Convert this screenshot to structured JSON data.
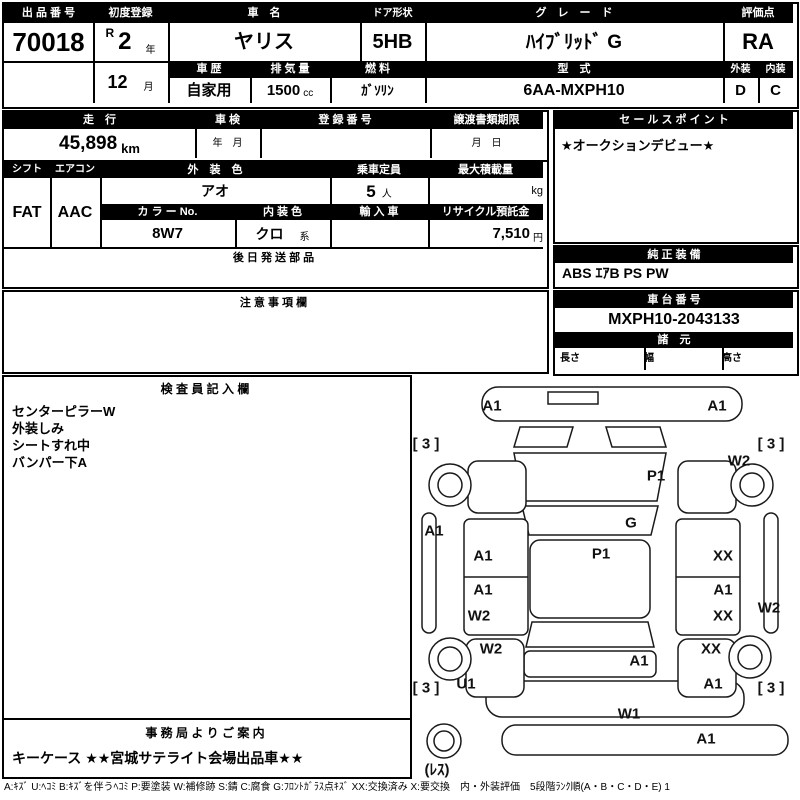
{
  "top": {
    "exhibit": {
      "label": "出 品 番 号",
      "value": "70018"
    },
    "first_reg": {
      "label": "初度登録",
      "era": "R",
      "year": "2",
      "year_unit": "年",
      "month": "12",
      "month_unit": "月"
    },
    "car_name": {
      "label": "車　名",
      "value": "ヤリス"
    },
    "door": {
      "label": "ドア形状",
      "value": "5HB"
    },
    "grade": {
      "label": "グ　レ　ー　ド",
      "value": "ﾊｲﾌﾞﾘｯﾄﾞ G"
    },
    "score": {
      "label": "評価点",
      "value": "RA"
    },
    "history": {
      "label": "車 歴",
      "value": "自家用"
    },
    "displacement": {
      "label": "排 気 量",
      "value": "1500",
      "unit": "cc"
    },
    "fuel": {
      "label": "燃 料",
      "value": "ｶﾞｿﾘﾝ"
    },
    "model": {
      "label": "型　式",
      "value": "6AA-MXPH10"
    },
    "exterior": {
      "label": "外装",
      "value": "D"
    },
    "interior": {
      "label": "内装",
      "value": "C"
    }
  },
  "mileage_row": {
    "mileage": {
      "label": "走　行",
      "value": "45,898",
      "unit": "km"
    },
    "inspection": {
      "label": "車 検",
      "value": "年　月"
    },
    "reg_no": {
      "label": "登 録 番 号",
      "value": ""
    },
    "transfer": {
      "label": "譲渡書類期限",
      "value": "月　日"
    }
  },
  "sales_point": {
    "label": "セ ー ル ス ポ イ ン ト",
    "text": "★オークションデビュー★"
  },
  "spec": {
    "shift": {
      "label": "シフト",
      "value": "FAT"
    },
    "aircon": {
      "label": "エアコン",
      "value": "AAC"
    },
    "ext_color": {
      "label": "外　装　色",
      "value": "アオ"
    },
    "capacity": {
      "label": "乗車定員",
      "value": "5",
      "unit": "人"
    },
    "max_load": {
      "label": "最大積載量",
      "value": "",
      "unit": "kg"
    },
    "color_no": {
      "label": "カ ラ ー No.",
      "value": "8W7"
    },
    "int_color": {
      "label": "内 装 色",
      "value": "クロ",
      "suffix": "系"
    },
    "imported": {
      "label": "輸 入 車",
      "value": ""
    },
    "recycle": {
      "label": "リサイクル預託金",
      "value": "7,510",
      "unit": "円"
    },
    "later_parts_label": "後 日 発 送 部 品"
  },
  "equipment": {
    "label": "純 正 装 備",
    "value": "ABS ｴｱB PS PW"
  },
  "notes_label": "注 意 事 項 欄",
  "chassis": {
    "label": "車 台 番 号",
    "value": "MXPH10-2043133"
  },
  "dims": {
    "label": "諸　元",
    "length": "長さ",
    "width": "幅",
    "height": "高さ"
  },
  "inspector": {
    "label": "検 査 員 記 入 欄",
    "lines": [
      "センターピラーW",
      "外装しみ",
      "シートすれ中",
      "バンパー下A"
    ]
  },
  "office": {
    "label": "事 務 局 よ り ご 案 内",
    "text": "キーケース ★★宮城サテライト会場出品車★★"
  },
  "diagram": {
    "markers": [
      {
        "label": "A1"
      },
      {
        "label": "A1"
      },
      {
        "label": "[ 3 ]"
      },
      {
        "label": "[ 3 ]"
      },
      {
        "label": "W2"
      },
      {
        "label": "P1"
      },
      {
        "label": "G"
      },
      {
        "label": "A1"
      },
      {
        "label": "A1"
      },
      {
        "label": "P1"
      },
      {
        "label": "XX"
      },
      {
        "label": "A1"
      },
      {
        "label": "A1"
      },
      {
        "label": "W2"
      },
      {
        "label": "XX"
      },
      {
        "label": "W2"
      },
      {
        "label": "W2"
      },
      {
        "label": "A1"
      },
      {
        "label": "XX"
      },
      {
        "label": "U1"
      },
      {
        "label": "A1"
      },
      {
        "label": "[ 3 ]"
      },
      {
        "label": "[ 3 ]"
      },
      {
        "label": "W1"
      },
      {
        "label": "A1"
      },
      {
        "label": "(ﾚｽ)"
      }
    ]
  },
  "footer": {
    "legend": "A:ｷｽﾞ U:ﾍｺﾐ B:ｷｽﾞを伴うﾍｺﾐ P:要塗装 W:補修跡 S:錆 C:腐食 G:ﾌﾛﾝﾄｶﾞﾗｽ点ｷｽﾞ XX:交換済み X:要交換　内・外装評価　5段階ﾗﾝｸ順(A・B・C・D・E) 1"
  }
}
